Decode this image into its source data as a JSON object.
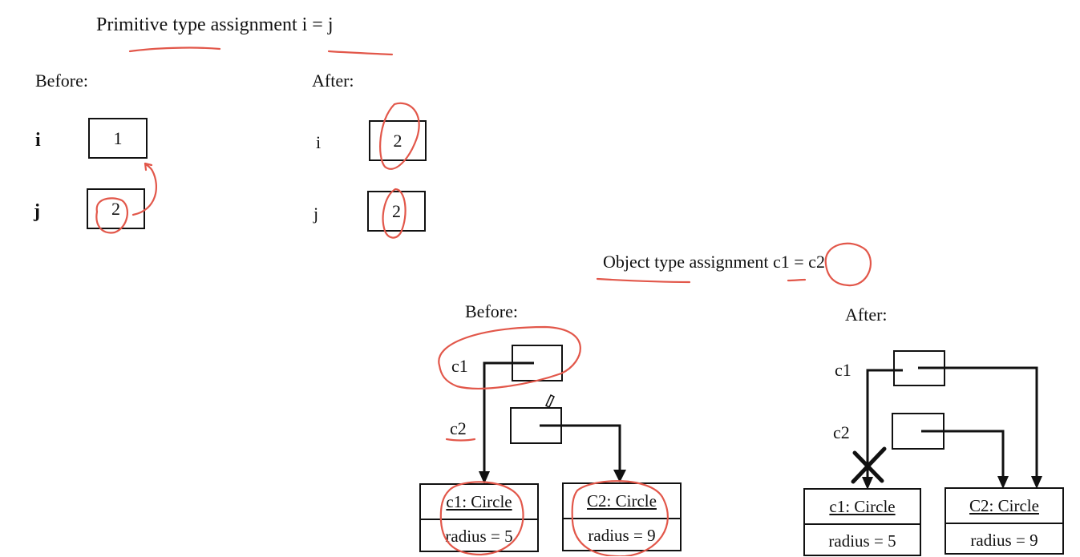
{
  "primitive": {
    "title": "Primitive type assignment  i = j",
    "before": {
      "heading": "Before:",
      "i_label": "i",
      "i_value": "1",
      "j_label": "j",
      "j_value": "2"
    },
    "after": {
      "heading": "After:",
      "i_label": "i",
      "i_value": "2",
      "j_label": "j",
      "j_value": "2"
    }
  },
  "object": {
    "title": "Object type assignment c1 = c2",
    "before": {
      "heading": "Before:",
      "c1_label": "c1",
      "c2_label": "c2",
      "obj1_name": "c1: Circle",
      "obj1_field": "radius = 5",
      "obj2_name": "C2: Circle",
      "obj2_field": "radius = 9"
    },
    "after": {
      "heading": "After:",
      "c1_label": "c1",
      "c2_label": "c2",
      "obj1_name": "c1: Circle",
      "obj1_field": "radius = 5",
      "obj2_name": "C2: Circle",
      "obj2_field": "radius = 9"
    }
  },
  "colors": {
    "ink": "#111111",
    "annotation": "#e2574a"
  }
}
